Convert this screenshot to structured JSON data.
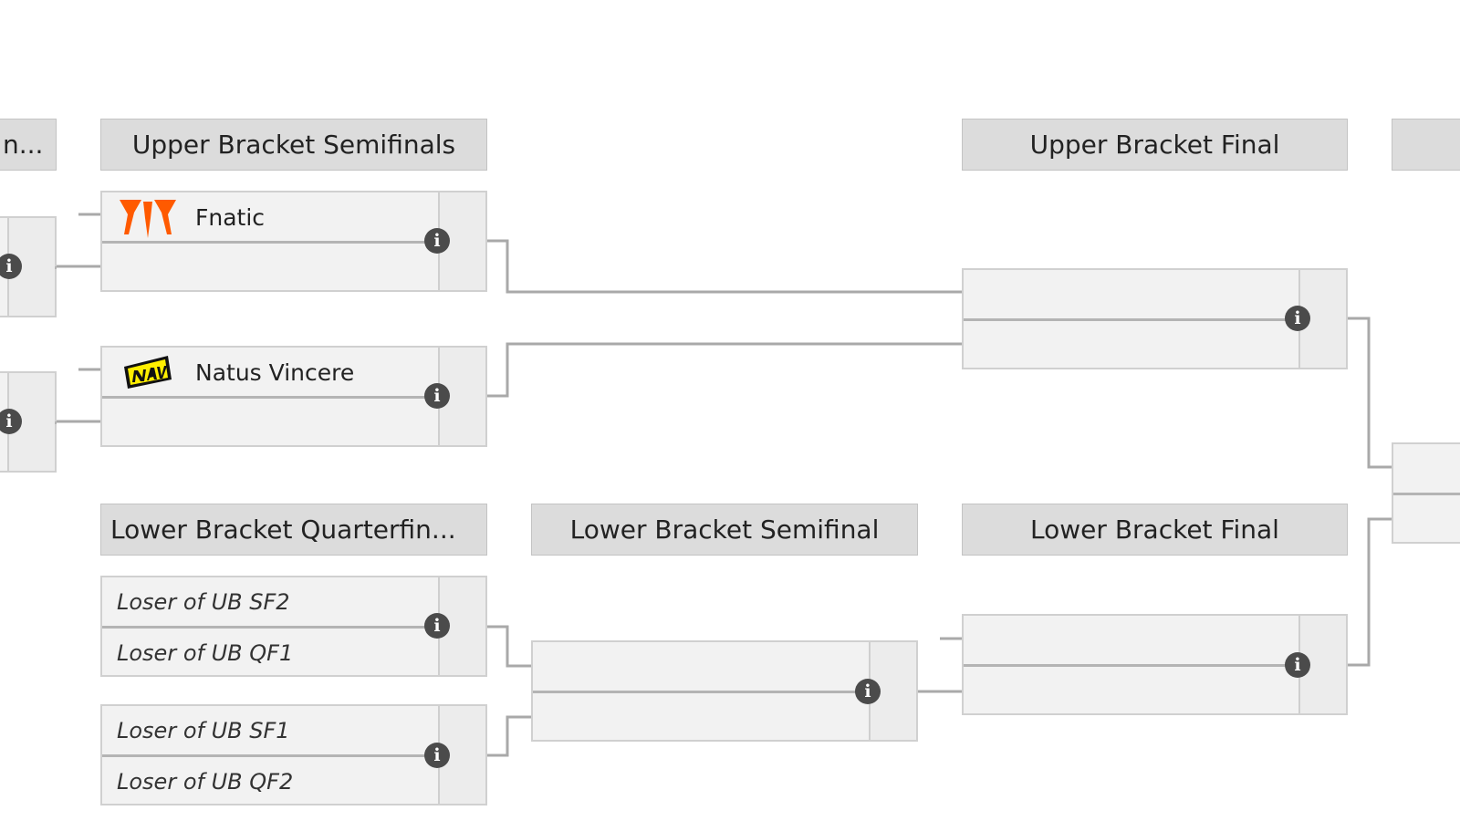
{
  "headers": {
    "upper_quarterfinals": "n...",
    "upper_semifinals": "Upper Bracket Semifinals",
    "upper_final": "Upper Bracket Final",
    "lower_quarterfinals": "Lower Bracket Quarterfin...",
    "lower_semifinal": "Lower Bracket Semifinal",
    "lower_final": "Lower Bracket Final"
  },
  "matches": {
    "ub_sf1": {
      "team1": "Fnatic",
      "team2": ""
    },
    "ub_sf2": {
      "team1": "Natus Vincere",
      "team2": ""
    },
    "lb_qf1": {
      "team1": "Loser of UB SF2",
      "team2": "Loser of UB QF1"
    },
    "lb_qf2": {
      "team1": "Loser of UB SF1",
      "team2": "Loser of UB QF2"
    }
  },
  "icons": {
    "info": "info-icon",
    "fnatic_logo": "fnatic-logo-icon",
    "navi_logo": "navi-logo-icon"
  },
  "colors": {
    "header_bg": "#dcdcdc",
    "match_bg": "#f2f2f2",
    "connector": "#a9a9a9",
    "info_icon": "#4b4b4b",
    "fnatic_orange": "#ff5a00",
    "navi_yellow": "#ffee00"
  }
}
